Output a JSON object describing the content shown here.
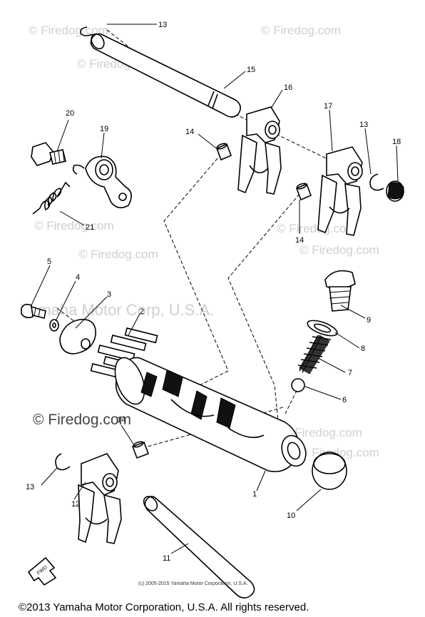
{
  "watermarks": {
    "firedog_small": "© Firedog.com",
    "firedog_large": "© Firedog.com",
    "yamaha": "Yamaha Motor Corp, U.S.A."
  },
  "labels": {
    "p1": "1",
    "p2": "2",
    "p3": "3",
    "p4": "4",
    "p5": "5",
    "p6": "6",
    "p7": "7",
    "p8": "8",
    "p9": "9",
    "p10": "10",
    "p11": "11",
    "p12": "12",
    "p13a": "13",
    "p13b": "13",
    "p13c": "13",
    "p14a": "14",
    "p14b": "14",
    "p14c": "14",
    "p15": "15",
    "p16": "16",
    "p17": "17",
    "p18": "18",
    "p19": "19",
    "p20": "20",
    "p21": "21"
  },
  "fwd_label": "FWD",
  "credit_line": "(c) 2005-2015 Yamaha Motor Corporation, U.S.A.",
  "footer": "©2013 Yamaha Motor Corporation, U.S.A. All rights reserved."
}
